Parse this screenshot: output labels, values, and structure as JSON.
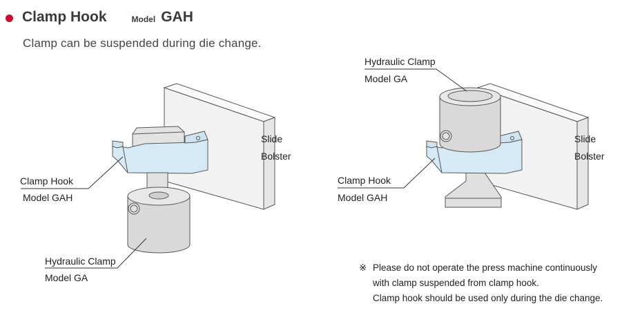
{
  "header": {
    "title": "Clamp Hook",
    "model_label": "Model",
    "model_code": "GAH"
  },
  "subtitle": "Clamp can be suspended during die change.",
  "left_figure": {
    "slide_label": "Slide",
    "bolster_label": "Bolster",
    "clamp_hook_label": "Clamp Hook",
    "clamp_hook_model": "Model GAH",
    "hydraulic_clamp_label": "Hydraulic Clamp",
    "hydraulic_clamp_model": "Model GA"
  },
  "right_figure": {
    "hydraulic_clamp_label": "Hydraulic Clamp",
    "hydraulic_clamp_model": "Model GA",
    "slide_label": "Slide",
    "bolster_label": "Bolster",
    "clamp_hook_label": "Clamp Hook",
    "clamp_hook_model": "Model GAH"
  },
  "note": {
    "mark": "※",
    "line1": "Please do not operate the press machine continuously",
    "line2": "with clamp suspended from clamp hook.",
    "line3": "Clamp hook should be used only during the die change."
  },
  "colors": {
    "bullet": "#c8102e",
    "hook_fill": "#d6eaf5",
    "metal_fill": "#dcdcdc",
    "wall_fill": "#f2f2f2"
  }
}
